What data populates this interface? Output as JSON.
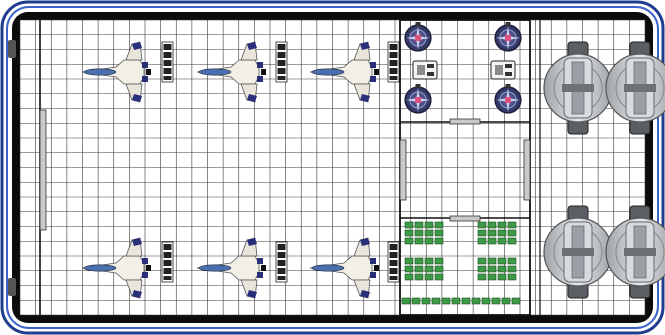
{
  "map": {
    "kind": "top-down hangar deck battle map",
    "grid": {
      "cols": 40,
      "rows": 20,
      "color": "#3a3a3a"
    },
    "colors": {
      "frame_outer": "#1f3d8f",
      "frame_inner": "#3c63c9",
      "hull": "#0c0c0c",
      "grid_bg": "#ffffff",
      "crate": "#3f9a47",
      "pad": "#b9bdc2",
      "fighter_body": "#f2efe6",
      "fighter_accent": "#2a2f7a"
    },
    "pieces": {
      "fighters": {
        "icon": "starfighter-icon",
        "count": 6
      },
      "fighter_racks": {
        "icon": "munitions-rack-icon",
        "count": 6
      },
      "turrets": {
        "icon": "turret-icon",
        "count": 4
      },
      "consoles": {
        "icon": "control-console-icon",
        "count": 2
      },
      "landing_pads": {
        "icon": "landing-pad-icon",
        "count": 4
      },
      "crate_stacks": {
        "icon": "cargo-crate-icon",
        "count": 4
      },
      "blast_doors": {
        "icon": "blast-door-icon",
        "count": 5
      }
    }
  }
}
